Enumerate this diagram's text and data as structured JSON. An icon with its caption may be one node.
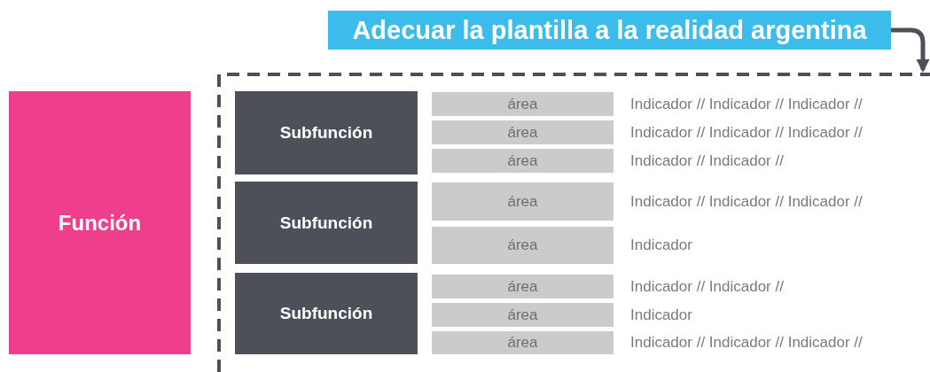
{
  "diagram": {
    "nodes": [
      {
        "text": [
          "Adecuar la plantilla a la realidad argentina"
        ]
      },
      {
        "text": [
          "Función"
        ]
      },
      {
        "text": [],
        "shape": "box"
      },
      {
        "text": [
          "Subfunción"
        ],
        "in": 2
      },
      {
        "text": [
          "área"
        ],
        "in": 2,
        "beside": [
          "Indicador // Indicador // Indicador //"
        ]
      },
      {
        "text": [
          "área"
        ],
        "in": 2,
        "beside": [
          "Indicador // Indicador // Indicador //"
        ]
      },
      {
        "text": [
          "área"
        ],
        "in": 2,
        "beside": [
          "Indicador // Indicador //"
        ]
      },
      {
        "text": [
          "Subfunción"
        ],
        "in": 2
      },
      {
        "text": [
          "área"
        ],
        "in": 2,
        "beside": [
          "Indicador // Indicador // Indicador //"
        ]
      },
      {
        "text": [
          "área"
        ],
        "in": 2,
        "beside": [
          "Indicador"
        ]
      },
      {
        "text": [
          "Subfunción"
        ],
        "in": 2
      },
      {
        "text": [
          "área"
        ],
        "in": 2,
        "beside": [
          "Indicador // Indicador //"
        ]
      },
      {
        "text": [
          "área"
        ],
        "in": 2,
        "beside": [
          "Indicador"
        ]
      },
      {
        "text": [
          "área"
        ],
        "in": 2,
        "beside": [
          "Indicador // Indicador // Indicador //"
        ]
      }
    ],
    "edges": [
      {
        "from": 0,
        "to": 2,
        "arrow": "to"
      }
    ]
  }
}
